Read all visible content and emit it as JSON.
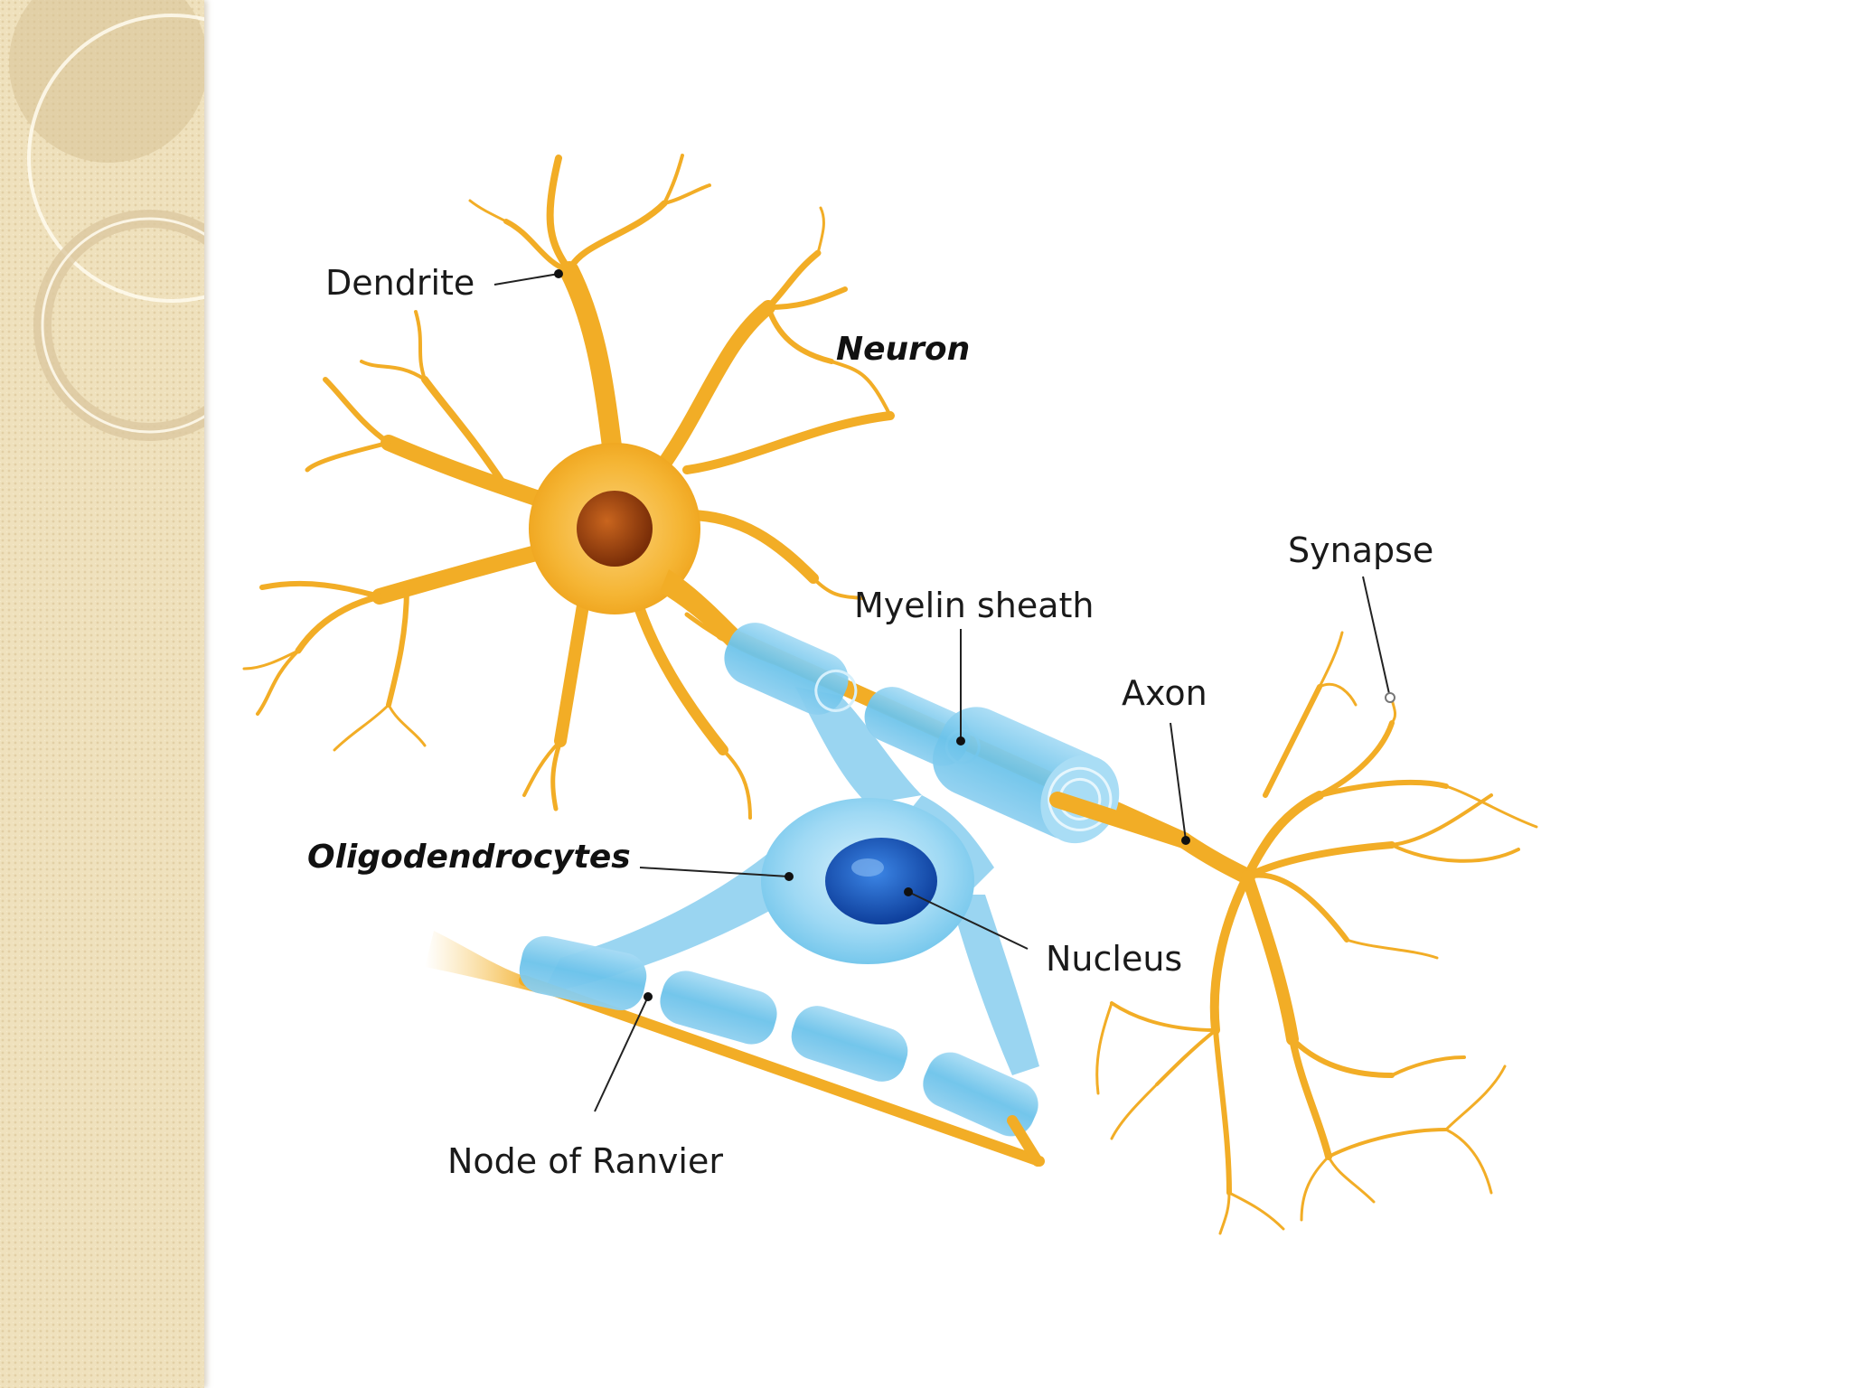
{
  "colors": {
    "neuron": "#f2ad26",
    "neuron_light": "#f7c65a",
    "soma_nucleus": "#a9450e",
    "myelin": "#6cc3ea",
    "myelin_light": "#a9ddf5",
    "oligo_nucleus": "#1a56c0",
    "sidebar": "#efe1bd"
  },
  "labels": {
    "dendrite": "Dendrite",
    "neuron": "Neuron",
    "synapse": "Synapse",
    "myelin_sheath": "Myelin sheath",
    "axon": "Axon",
    "oligodendrocytes": "Oligodendrocytes",
    "nucleus": "Nucleus",
    "node_of_ranvier": "Node of Ranvier"
  }
}
